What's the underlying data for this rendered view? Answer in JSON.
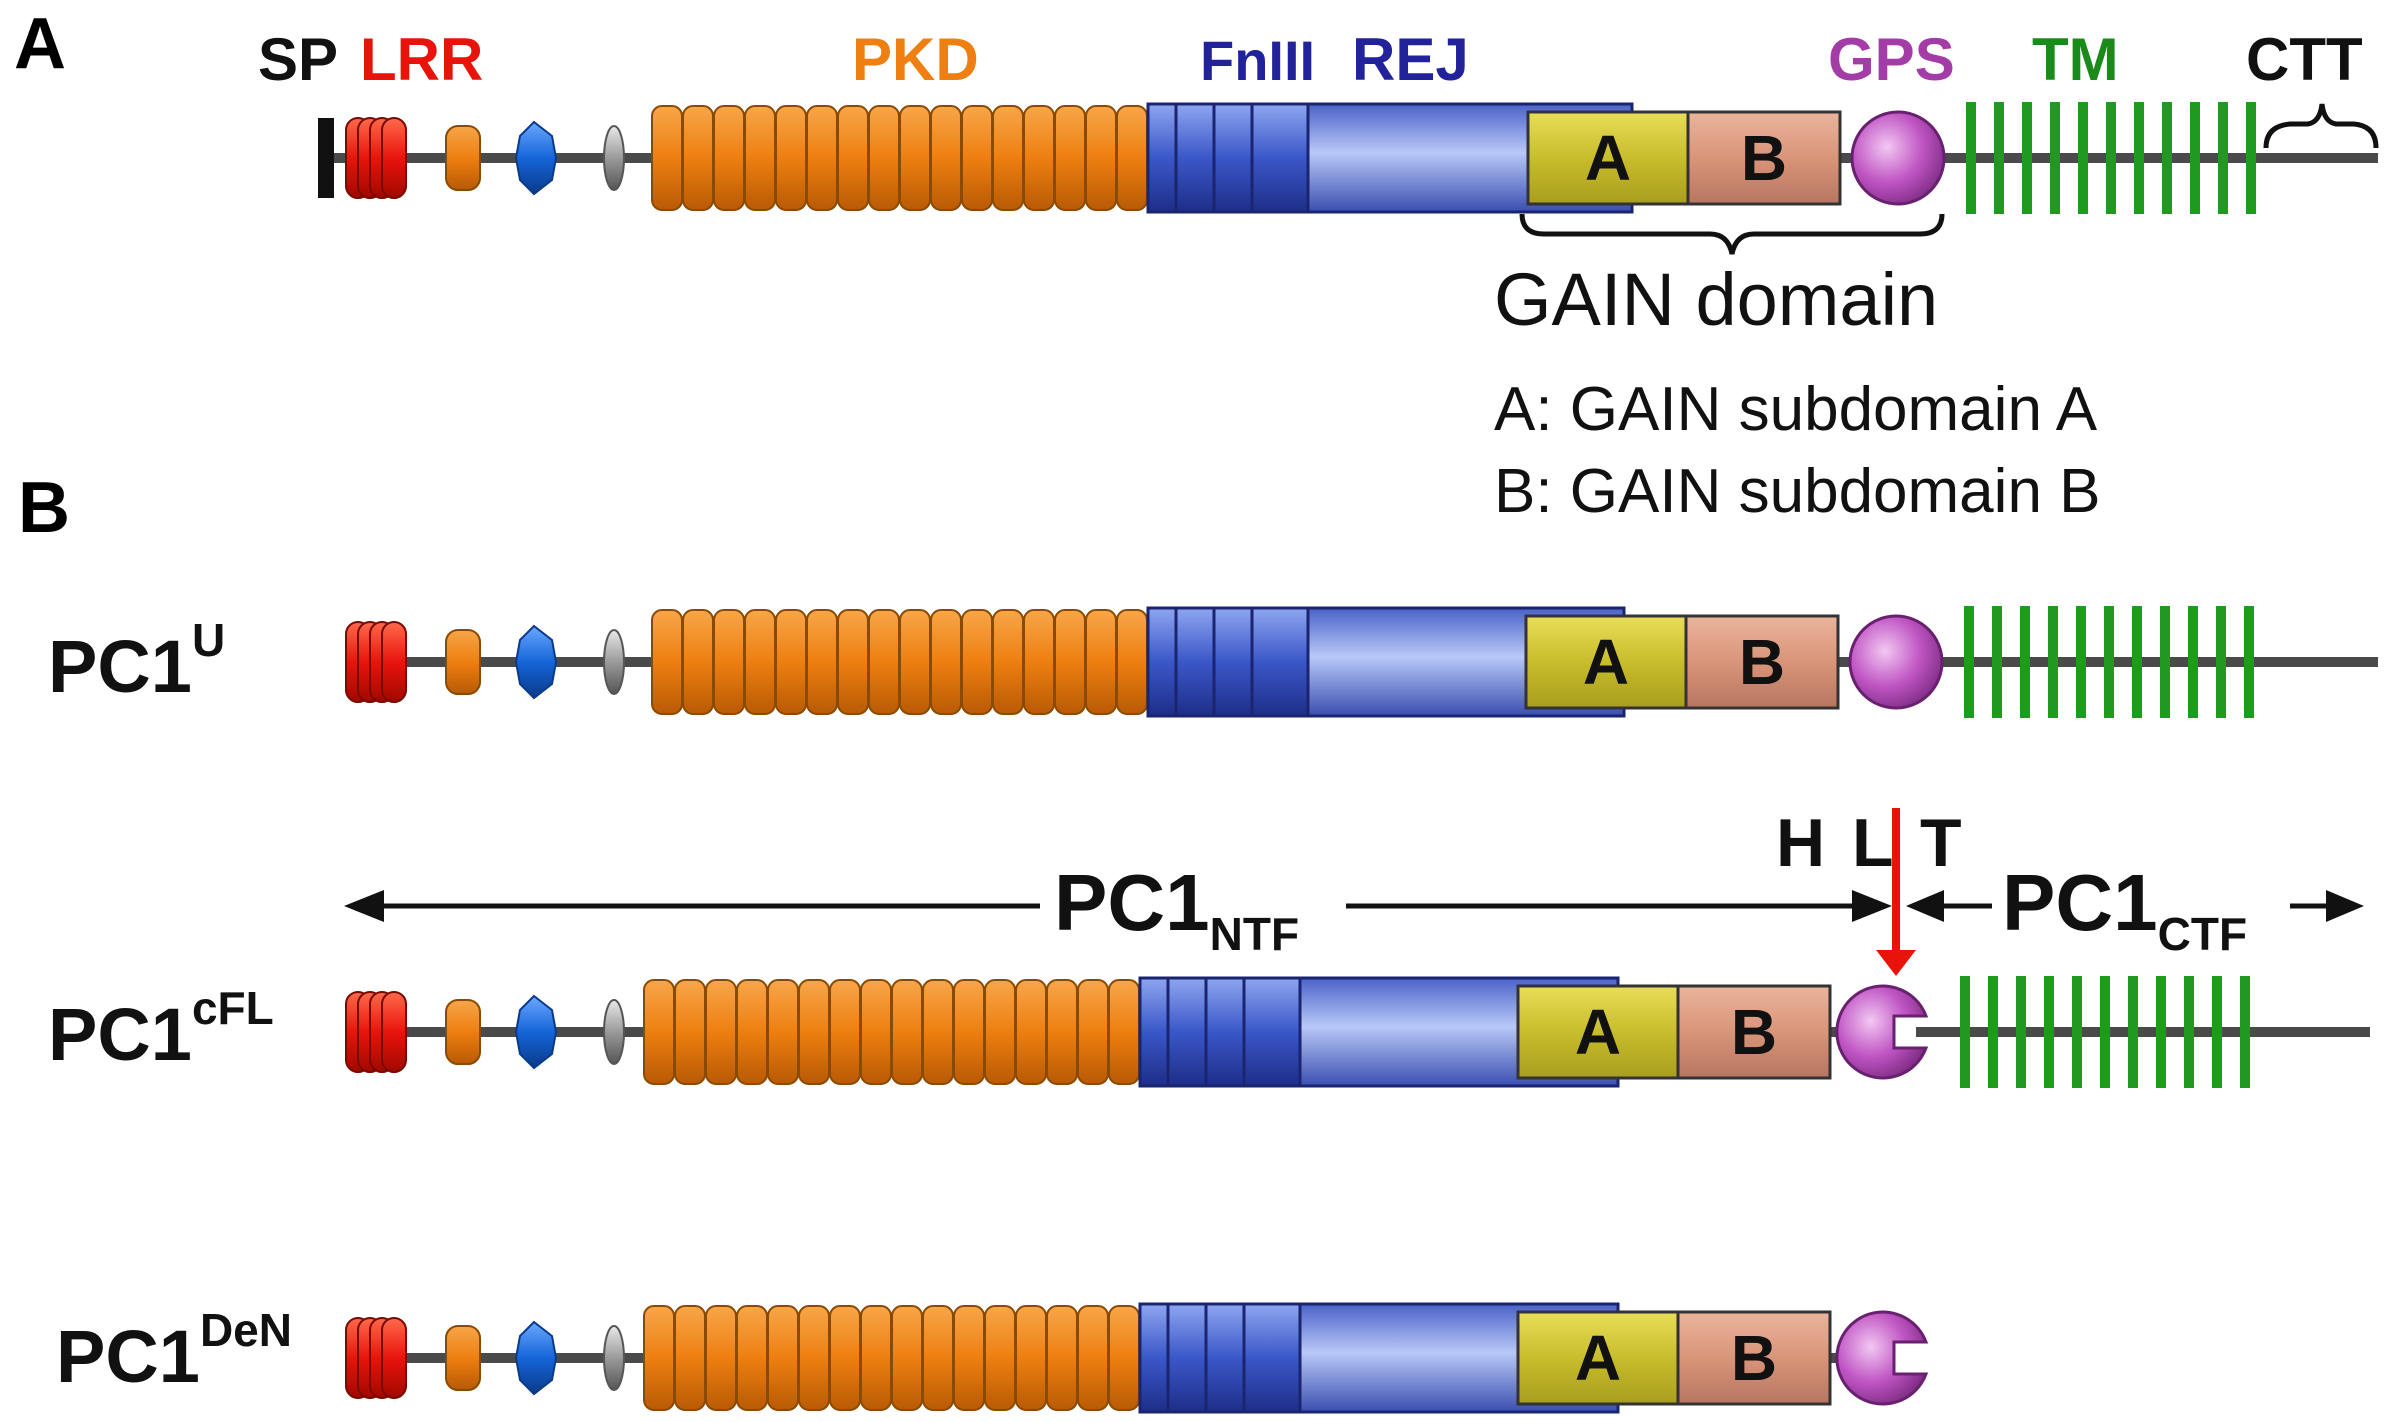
{
  "panels": {
    "a": "A",
    "b": "B"
  },
  "domain_labels": {
    "sp": "SP",
    "lrr": "LRR",
    "pkd": "PKD",
    "fn3": "FnIII",
    "rej": "REJ",
    "gps": "GPS",
    "tm": "TM",
    "ctt": "CTT"
  },
  "gain": {
    "title": "GAIN domain",
    "legend_a": "A: GAIN subdomain A",
    "legend_b": "B: GAIN subdomain B",
    "box_a": "A",
    "box_b": "B"
  },
  "rows": {
    "u": {
      "base": "PC1",
      "sup": "U"
    },
    "cfl": {
      "base": "PC1",
      "sup": "cFL"
    },
    "den": {
      "base": "PC1",
      "sup": "DeN"
    }
  },
  "cleavage": {
    "ntf_base": "PC1",
    "ntf_sub": "NTF",
    "ctf_base": "PC1",
    "ctf_sub": "CTF",
    "h": "H",
    "l": "L",
    "t": "T"
  },
  "colors": {
    "lrr": "#e8140c",
    "pkd": "#ee7f10",
    "blue_oval": "#1565d8",
    "grey_oval": "#9a9a9a",
    "fn3": "#3a57c8",
    "rej": "#5c7ae0",
    "gain_a": "#c8bd2c",
    "gain_b": "#d9957a",
    "gps": "#c055c4",
    "tm": "#1f9a1f",
    "backbone": "#4a4a4a",
    "cleavage_arrow": "#e8140c",
    "lbl_sp": "#111111",
    "lbl_lrr": "#e8140c",
    "lbl_pkd": "#ee7f10",
    "lbl_fn3": "#22229a",
    "lbl_rej": "#22229a",
    "lbl_gps": "#a43ca8",
    "lbl_tm": "#1a8a1a",
    "lbl_ctt": "#111111"
  }
}
